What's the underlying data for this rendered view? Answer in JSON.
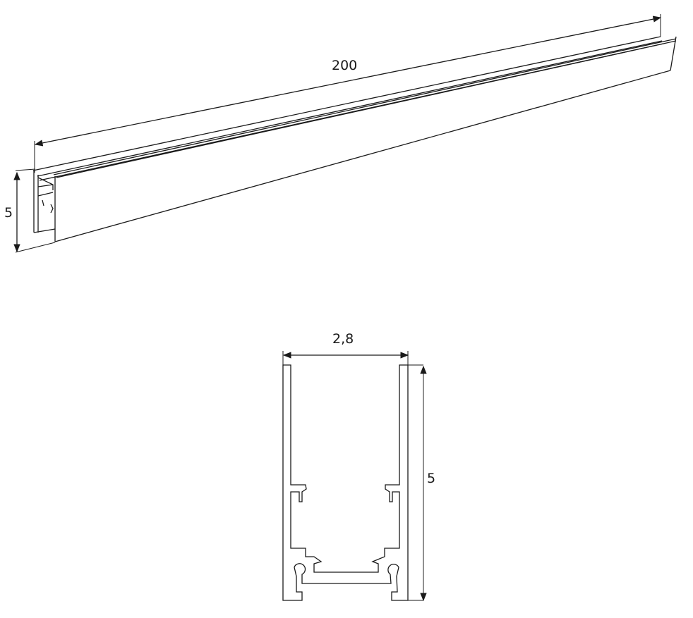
{
  "drawing": {
    "type": "technical-profile-drawing",
    "views": [
      {
        "name": "isometric-view",
        "description": "3D view of long profile track"
      },
      {
        "name": "cross-section-view",
        "description": "Profile cross-section"
      }
    ],
    "colors": {
      "line": "#1a1a1a",
      "dim_line": "#555555",
      "background": "#ffffff"
    }
  },
  "isometric": {
    "length_label": "200",
    "height_label": "5"
  },
  "section": {
    "width_label": "2,8",
    "height_label": "5"
  }
}
